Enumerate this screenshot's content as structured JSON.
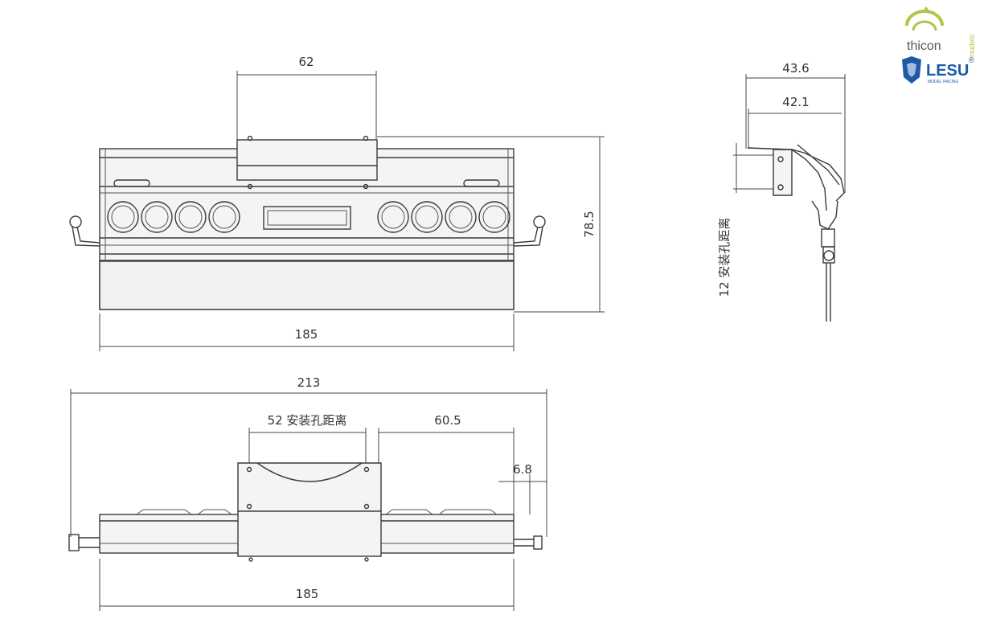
{
  "dimensions": {
    "top_hole_spacing": "62",
    "top_height": "78.5",
    "top_width": "185",
    "side_depth_outer": "43.6",
    "side_depth_inner": "42.1",
    "side_hole_note": "12 安装孔距离",
    "bottom_total_width": "213",
    "bottom_hole_spacing": "52 安装孔距离",
    "bottom_offset": "60.5",
    "bottom_small": "6.8",
    "bottom_width": "185"
  },
  "logos": {
    "brand1": "thicon",
    "brand1_sub": "models",
    "brand2": "LESU",
    "brand2_sub": "MODEL RACING",
    "brand2_mark": "®"
  },
  "colors": {
    "line": "#3a3a3a",
    "thicon_green": "#b6c24a",
    "lesu_blue": "#1f5aa8"
  }
}
